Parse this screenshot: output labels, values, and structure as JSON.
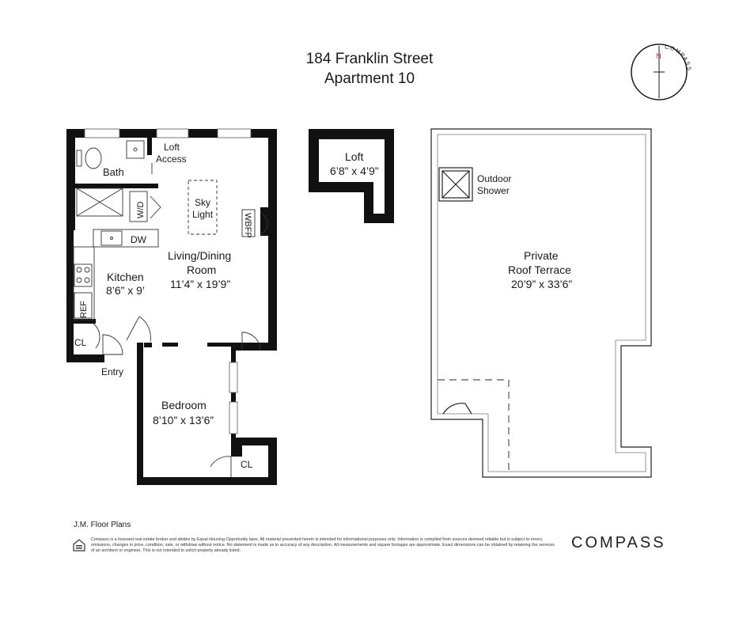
{
  "header": {
    "title_line1": "184 Franklin Street",
    "title_line2": "Apartment 10"
  },
  "compass": {
    "letter": "N",
    "text": "COMPASS",
    "accent": "#d9262b"
  },
  "rooms": {
    "loft_access": [
      "Loft",
      "Access"
    ],
    "bath": "Bath",
    "wd": "W/D",
    "skylight": [
      "Sky",
      "Light"
    ],
    "wbfp": "WBFP",
    "dw": "DW",
    "living_name": [
      "Living/Dining",
      "Room"
    ],
    "living_dim": "11’4” x 19’9”",
    "kitchen_name": "Kitchen",
    "kitchen_dim": "8’6” x 9’",
    "ref": "REF",
    "cl_entry": "CL",
    "entry": "Entry",
    "bedroom_name": "Bedroom",
    "bedroom_dim": "8’10” x 13’6”",
    "cl_bedroom": "CL",
    "loft_name": "Loft",
    "loft_dim": "6’8” x 4’9”",
    "outdoor_shower": [
      "Outdoor",
      "Shower"
    ],
    "terrace_name": [
      "Private",
      "Roof Terrace"
    ],
    "terrace_dim": "20’9” x 33’6”"
  },
  "footer": {
    "credit": "J.M. Floor Plans",
    "disclaimer": "Compass is a licensed real estate broker and abides by Equal Housing Opportunity laws. All material presented herein is intended for informational purposes only. Information is compiled from sources deemed reliable but is subject to errors, omissions, changes in price, condition, sale, or withdraw without notice. No statement is made as to accuracy of any description. All measurements and square footages are approximate. Exact dimensions can be obtained by retaining the services of an architect or engineer. This is not intended to solicit property already listed.",
    "brand": "COMPASS",
    "eho_icon": "equal-housing-icon"
  }
}
